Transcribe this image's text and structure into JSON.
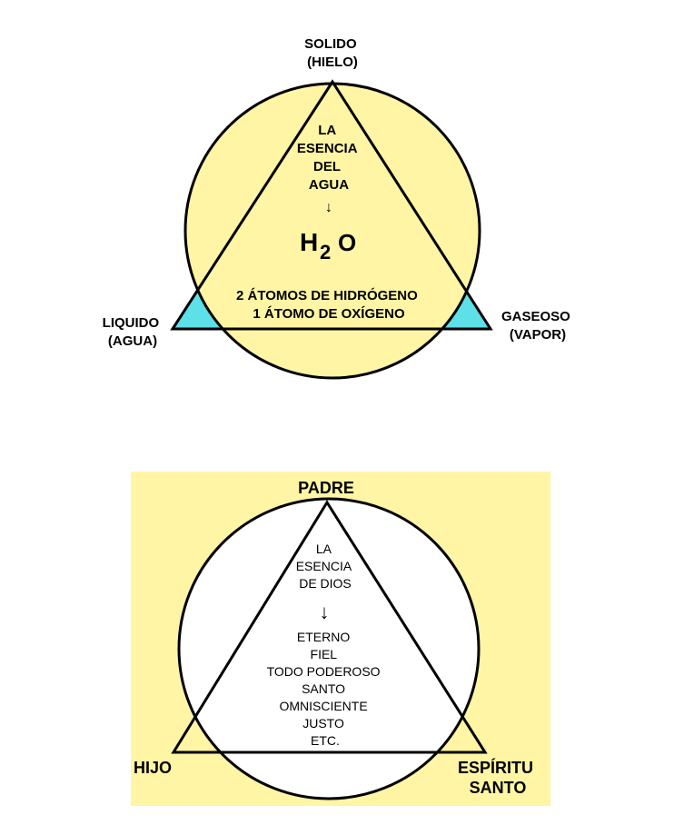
{
  "water": {
    "top_label": [
      "SOLIDO",
      "(HIELO)"
    ],
    "left_label": [
      "LIQUIDO",
      "(AGUA)"
    ],
    "right_label": [
      "GASEOSO",
      "(VAPOR)"
    ],
    "essence_lines": [
      "LA",
      "ESENCIA",
      "DEL",
      "AGUA"
    ],
    "arrow": "↓",
    "formula": {
      "h": "H",
      "sub": "2",
      "o": "O"
    },
    "composition": [
      "2 ÁTOMOS DE HIDRÓGENO",
      "1 ÁTOMO DE OXÍGENO"
    ]
  },
  "god": {
    "top_label": "PADRE",
    "left_label": "HIJO",
    "right_label": [
      "ESPÍRITU",
      "SANTO"
    ],
    "essence_lines": [
      "LA",
      "ESENCIA",
      "DE DIOS"
    ],
    "arrow": "↓",
    "attributes": [
      "ETERNO",
      "FIEL",
      "TODO PODEROSO",
      "SANTO",
      "OMNISCIENTE",
      "JUSTO",
      "ETC."
    ]
  },
  "colors": {
    "circle_fill": "#FFF5A5",
    "triangle_corner": "#5EE0E8",
    "panel_bg": "#FFF5A5",
    "inner_circle": "#FFFFFF",
    "stroke": "#000000"
  }
}
